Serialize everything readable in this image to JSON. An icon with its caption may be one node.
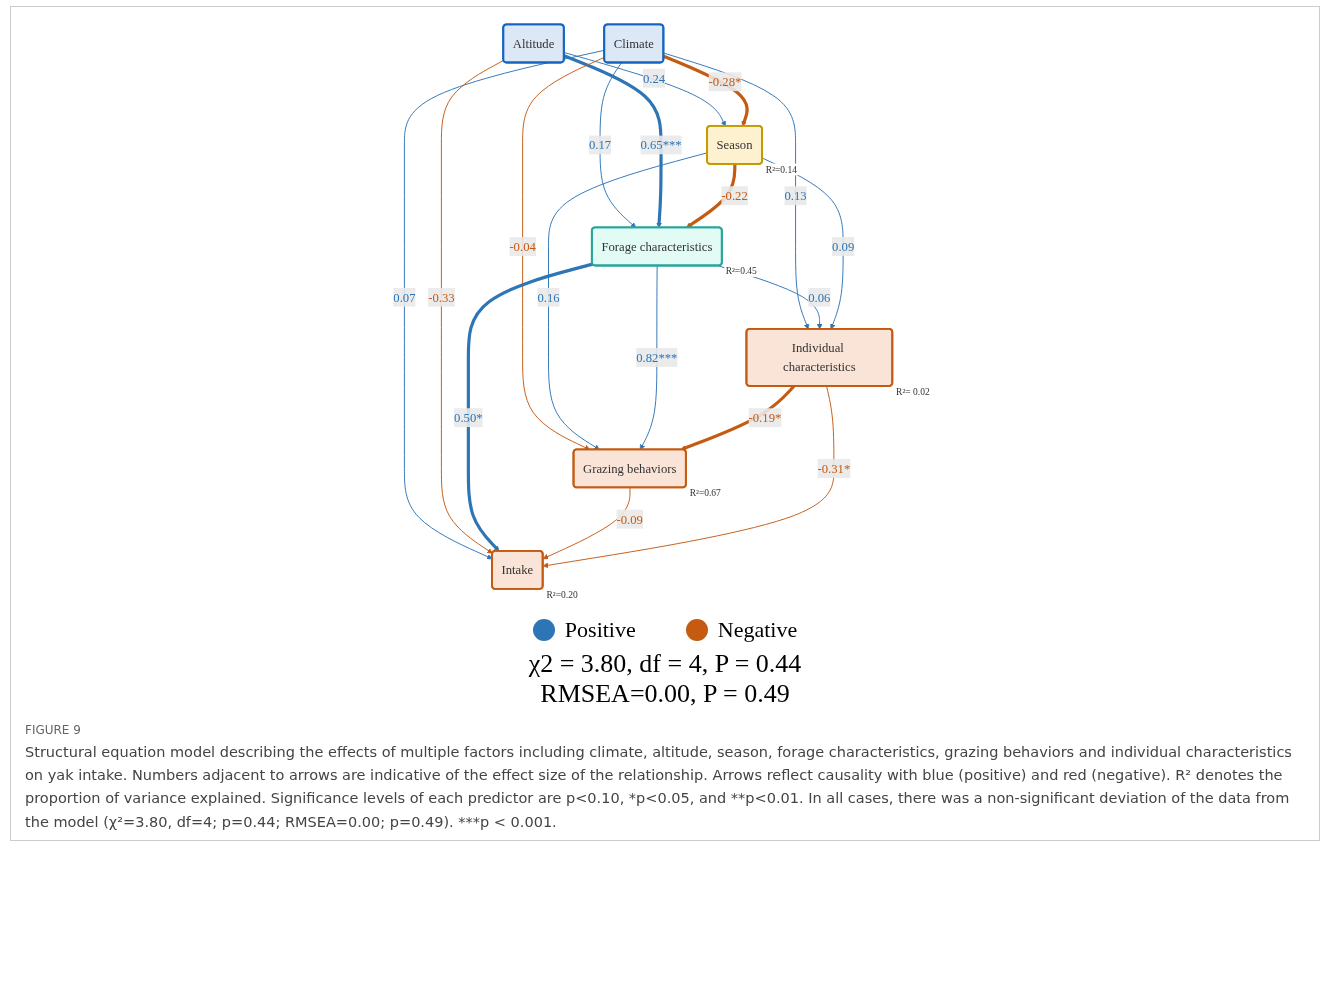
{
  "diagram": {
    "caption": "Structural equation model describing the effects of multiple factors including climate, altitude, season, forage characteristics, grazing behaviors and individual characteristics on yak intake. Numbers adjacent to arrows are indicative of the effect size of the relationship. Arrows reflect causality with blue (positive) and red (negative). R² denotes the proportion of variance explained. Significance levels of each predictor are p<0.10, *p<0.05, and **p<0.01. In all cases, there was a non-significant deviation of the data from the model (χ²=3.80, df=4; p=0.44; RMSEA=0.00; p=0.49). ***p < 0.001.",
    "nodes": [
      {
        "text": [
          "Climate"
        ]
      },
      {
        "text": [
          "Altitude"
        ]
      },
      {
        "text": [
          "Forage characteristics"
        ],
        "beside": [
          "R²=0.45"
        ]
      },
      {
        "text": [
          "Season"
        ],
        "beside": [
          "R²=0.14"
        ]
      },
      {
        "text": [
          "Grazing behaviors"
        ],
        "beside": [
          "R²=0.67"
        ]
      },
      {
        "text": [
          "Individual characteristics"
        ],
        "beside": [
          "R²= 0.02"
        ]
      },
      {
        "text": [
          "Intake"
        ],
        "beside": [
          "R²=0.20"
        ]
      }
    ],
    "edges": [
      {
        "from": 0,
        "to": 2,
        "arrow": "to",
        "label": "0.17"
      },
      {
        "from": 1,
        "to": 3,
        "arrow": "to",
        "label": "0.24"
      },
      {
        "from": 1,
        "to": 2,
        "arrow": "to",
        "label": "0.65***",
        "style": "thick"
      },
      {
        "from": 0,
        "to": 3,
        "arrow": "to",
        "label": "-0.28*",
        "style": "thick",
        "color": "#c55a11"
      },
      {
        "from": 0,
        "to": 4,
        "arrow": "to",
        "label": "-0.04",
        "color": "#c55a11"
      },
      {
        "from": 0,
        "to": 6,
        "arrow": "to",
        "label": "0.07"
      },
      {
        "from": 0,
        "to": 5,
        "arrow": "to",
        "label": "0.13"
      },
      {
        "from": 1,
        "to": 6,
        "arrow": "to",
        "label": "-0.33",
        "color": "#c55a11"
      },
      {
        "from": 3,
        "to": 2,
        "arrow": "to",
        "label": "-0.22",
        "style": "thick",
        "color": "#c55a11"
      },
      {
        "from": 2,
        "to": 5,
        "arrow": "to",
        "label": "0.06"
      },
      {
        "from": 3,
        "to": 4,
        "arrow": "to",
        "label": "0.16"
      },
      {
        "from": 2,
        "to": 6,
        "arrow": "to",
        "label": "0.50*",
        "style": "thick"
      },
      {
        "from": 2,
        "to": 4,
        "arrow": "to",
        "label": "0.82***"
      },
      {
        "from": 3,
        "to": 5,
        "arrow": "to",
        "label": "0.09"
      },
      {
        "from": 5,
        "to": 4,
        "arrow": "to",
        "label": "-0.19*",
        "style": "thick",
        "color": "#c55a11"
      },
      {
        "from": 4,
        "to": 6,
        "arrow": "to",
        "label": "-0.09",
        "color": "#c55a11"
      },
      {
        "from": 5,
        "to": 6,
        "arrow": "to",
        "label": "-0.31*",
        "color": "#c55a11"
      }
    ],
    "labels": [
      "χ2 = 3.80, df = 4, P = 0.44",
      "RMSEA=0.00, P = 0.49",
      "FIGURE 9"
    ],
    "legend": [
      {
        "text": "Positive",
        "color": "#2e75b6"
      },
      {
        "text": "Negative",
        "color": "#c55a11"
      }
    ]
  }
}
